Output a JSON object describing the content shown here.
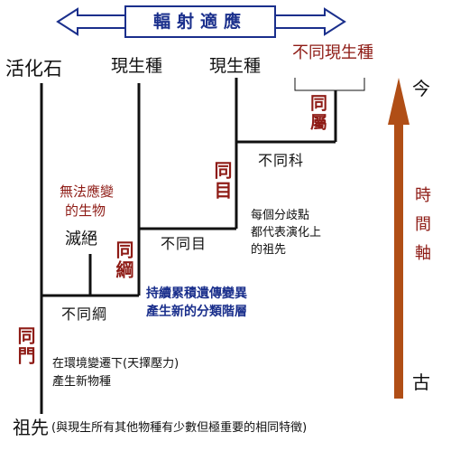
{
  "title": "輻射適應",
  "colors": {
    "black": "#111111",
    "red": "#8e1b15",
    "blue": "#1a2f8c",
    "arrow": "#b04e16"
  },
  "leaves": {
    "living_fossil": "活化石",
    "extant_1": "現生種",
    "extant_2": "現生種",
    "different_extant": "不同現生種"
  },
  "ranks": {
    "same_genus": "同屬",
    "different_family": "不同科",
    "same_order": "同目",
    "different_order": "不同目",
    "same_class": "同綱",
    "different_class": "不同綱",
    "same_phylum": "同門"
  },
  "notes": {
    "cannot_adapt": "無法應變",
    "organisms": "的生物",
    "extinct": "滅絕",
    "branch_point_1": "每個分歧點",
    "branch_point_2": "都代表演化上",
    "branch_point_3": "的祖先",
    "accumulate_1": "持續累積遺傳變異",
    "accumulate_2": "產生新的分類階層",
    "environment_1": "在環境變遷下(天擇壓力)",
    "environment_2": "產生新物種",
    "ancestor": "祖先",
    "ancestor_detail": "(與現生所有其他物種有少數但極重要的相同特徵)"
  },
  "time_axis": {
    "now": "今",
    "label": "時間軸",
    "past": "古"
  }
}
